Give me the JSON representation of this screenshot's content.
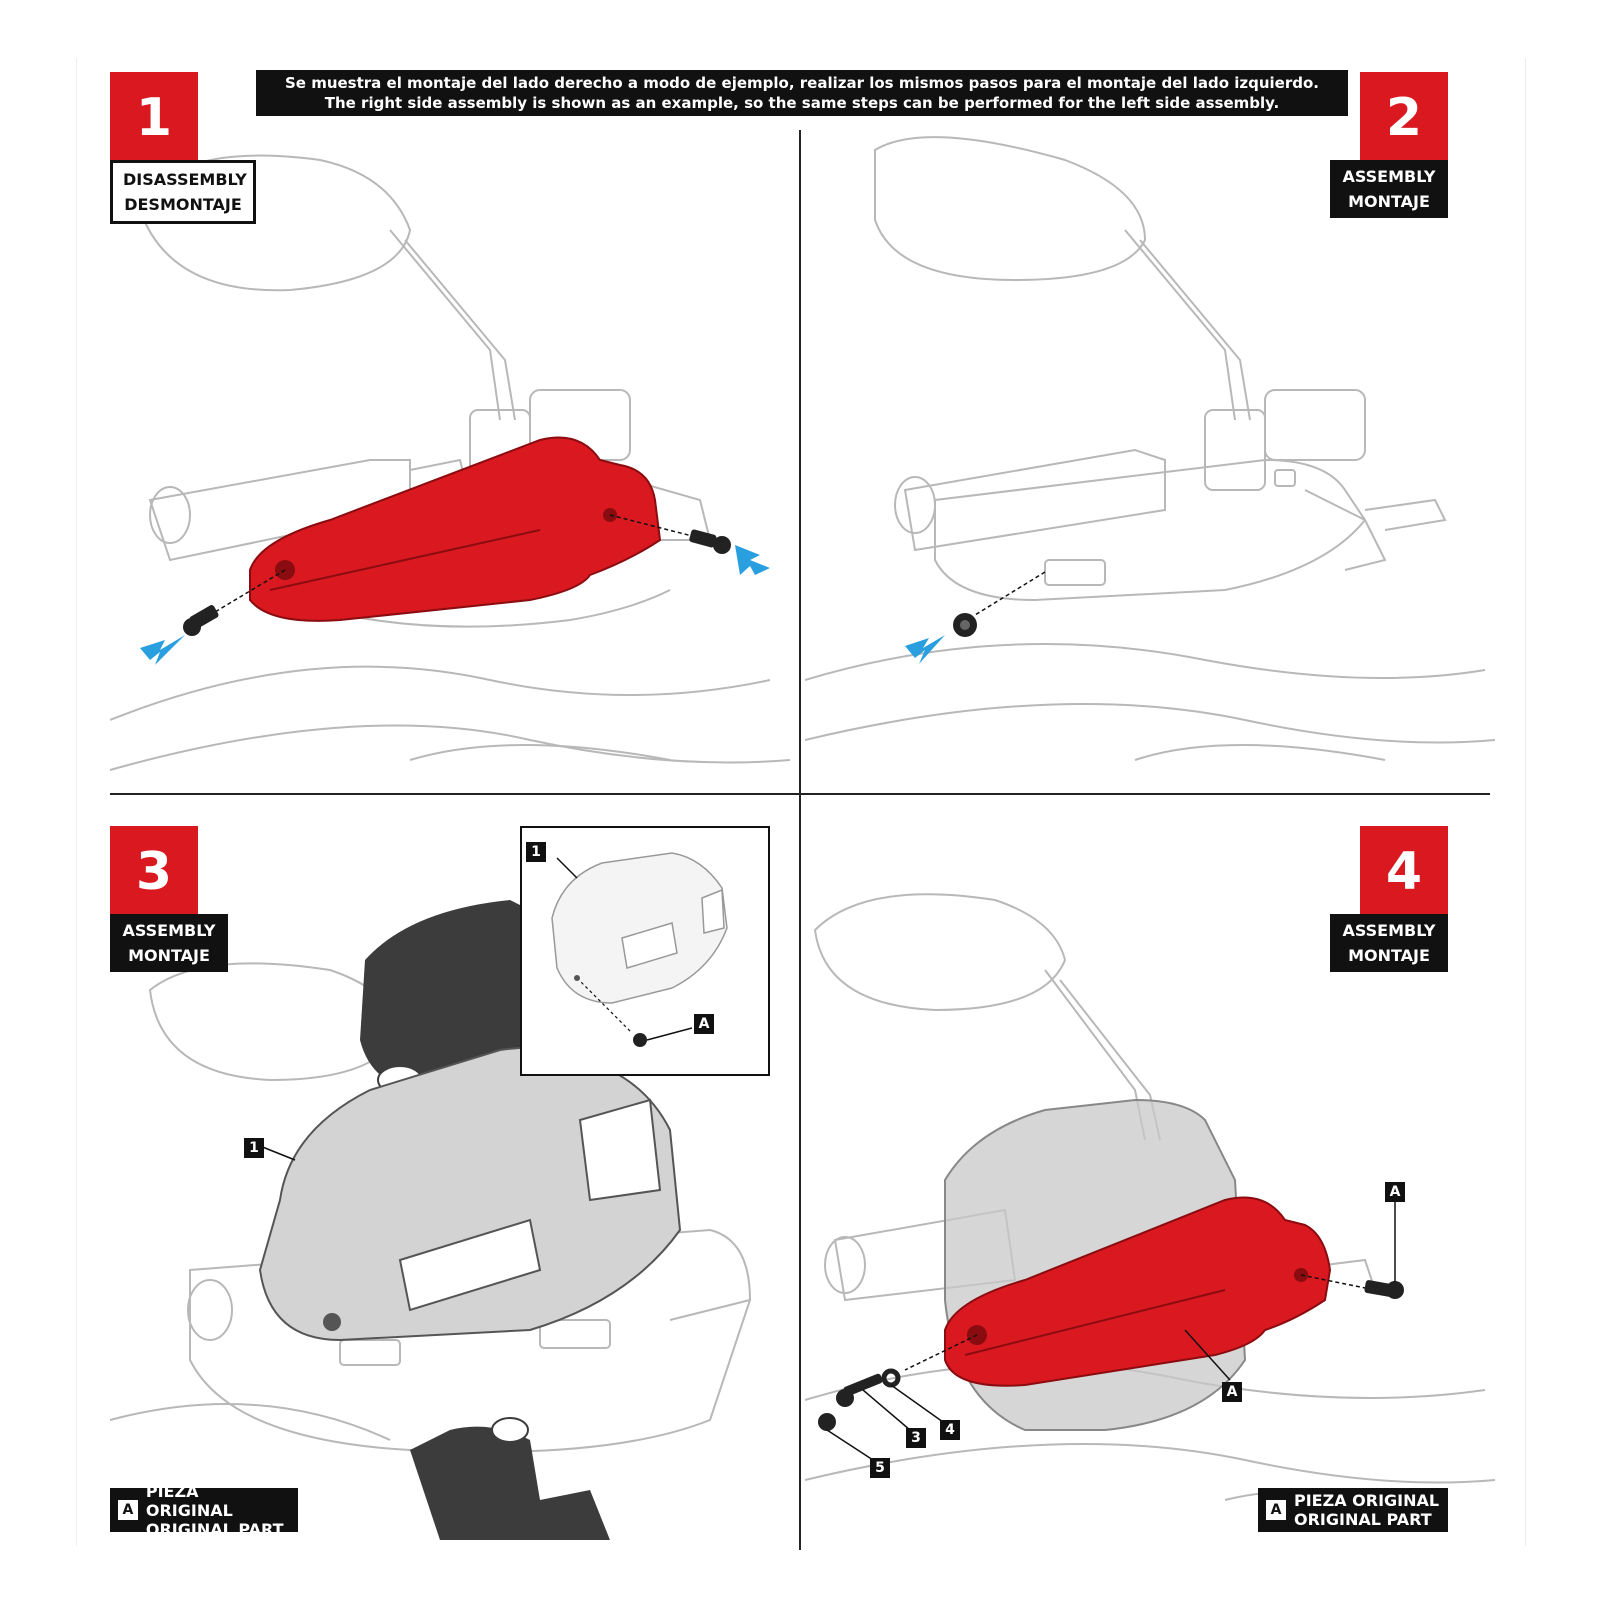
{
  "banner": {
    "line1": "Se muestra el montaje del lado derecho a modo de ejemplo, realizar los mismos pasos para el montaje  del lado izquierdo.",
    "line2": "The right side assembly is shown as an example, so the same steps can be performed for the left side assembly."
  },
  "steps": [
    {
      "number": "1",
      "label_en": "DISASSEMBLY",
      "label_es": "DESMONTAJE"
    },
    {
      "number": "2",
      "label_en": "ASSEMBLY",
      "label_es": "MONTAJE"
    },
    {
      "number": "3",
      "label_en": "ASSEMBLY",
      "label_es": "MONTAJE"
    },
    {
      "number": "4",
      "label_en": "ASSEMBLY",
      "label_es": "MONTAJE"
    }
  ],
  "legend": {
    "key": "A",
    "line1": "PIEZA ORIGINAL",
    "line2": "ORIGINAL PART"
  },
  "callouts": {
    "part1": "1",
    "partA": "A",
    "part3": "3",
    "part4": "4",
    "part5": "5"
  },
  "colors": {
    "accent_red": "#d9181f",
    "arrow_blue": "#2a9fe0",
    "ink": "#111111",
    "guard_grey": "#d3d3d3",
    "hand": "#3c3c3c"
  }
}
